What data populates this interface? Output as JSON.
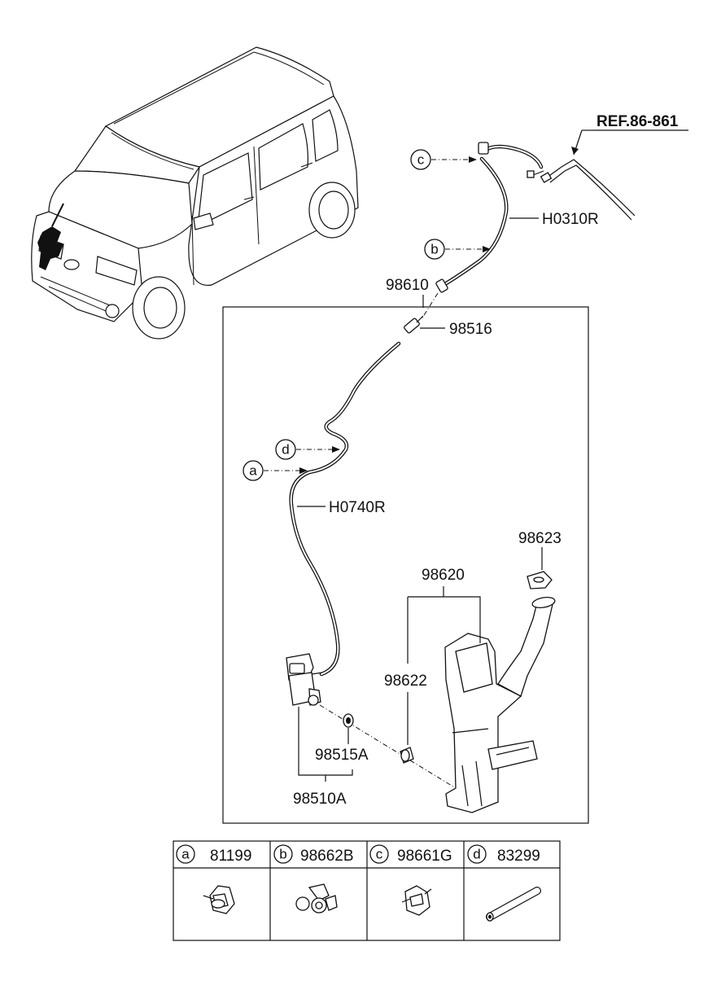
{
  "reference": {
    "label": "REF.86-861"
  },
  "parts": {
    "hose_upper": "H0310R",
    "hose_lower": "H0740R",
    "hose_assembly": "98610",
    "nozzle_joint": "98516",
    "cap": "98623",
    "reservoir_assembly": "98620",
    "reservoir_grommet": "98622",
    "pump_grommet": "98515A",
    "pump": "98510A"
  },
  "callouts": {
    "a": "a",
    "b": "b",
    "c": "c",
    "d": "d"
  },
  "legend": [
    {
      "key": "a",
      "part": "81199",
      "icon": "clip-a-icon"
    },
    {
      "key": "b",
      "part": "98662B",
      "icon": "clip-b-icon"
    },
    {
      "key": "c",
      "part": "98661G",
      "icon": "clip-c-icon"
    },
    {
      "key": "d",
      "part": "83299",
      "icon": "hose-tube-icon"
    }
  ]
}
